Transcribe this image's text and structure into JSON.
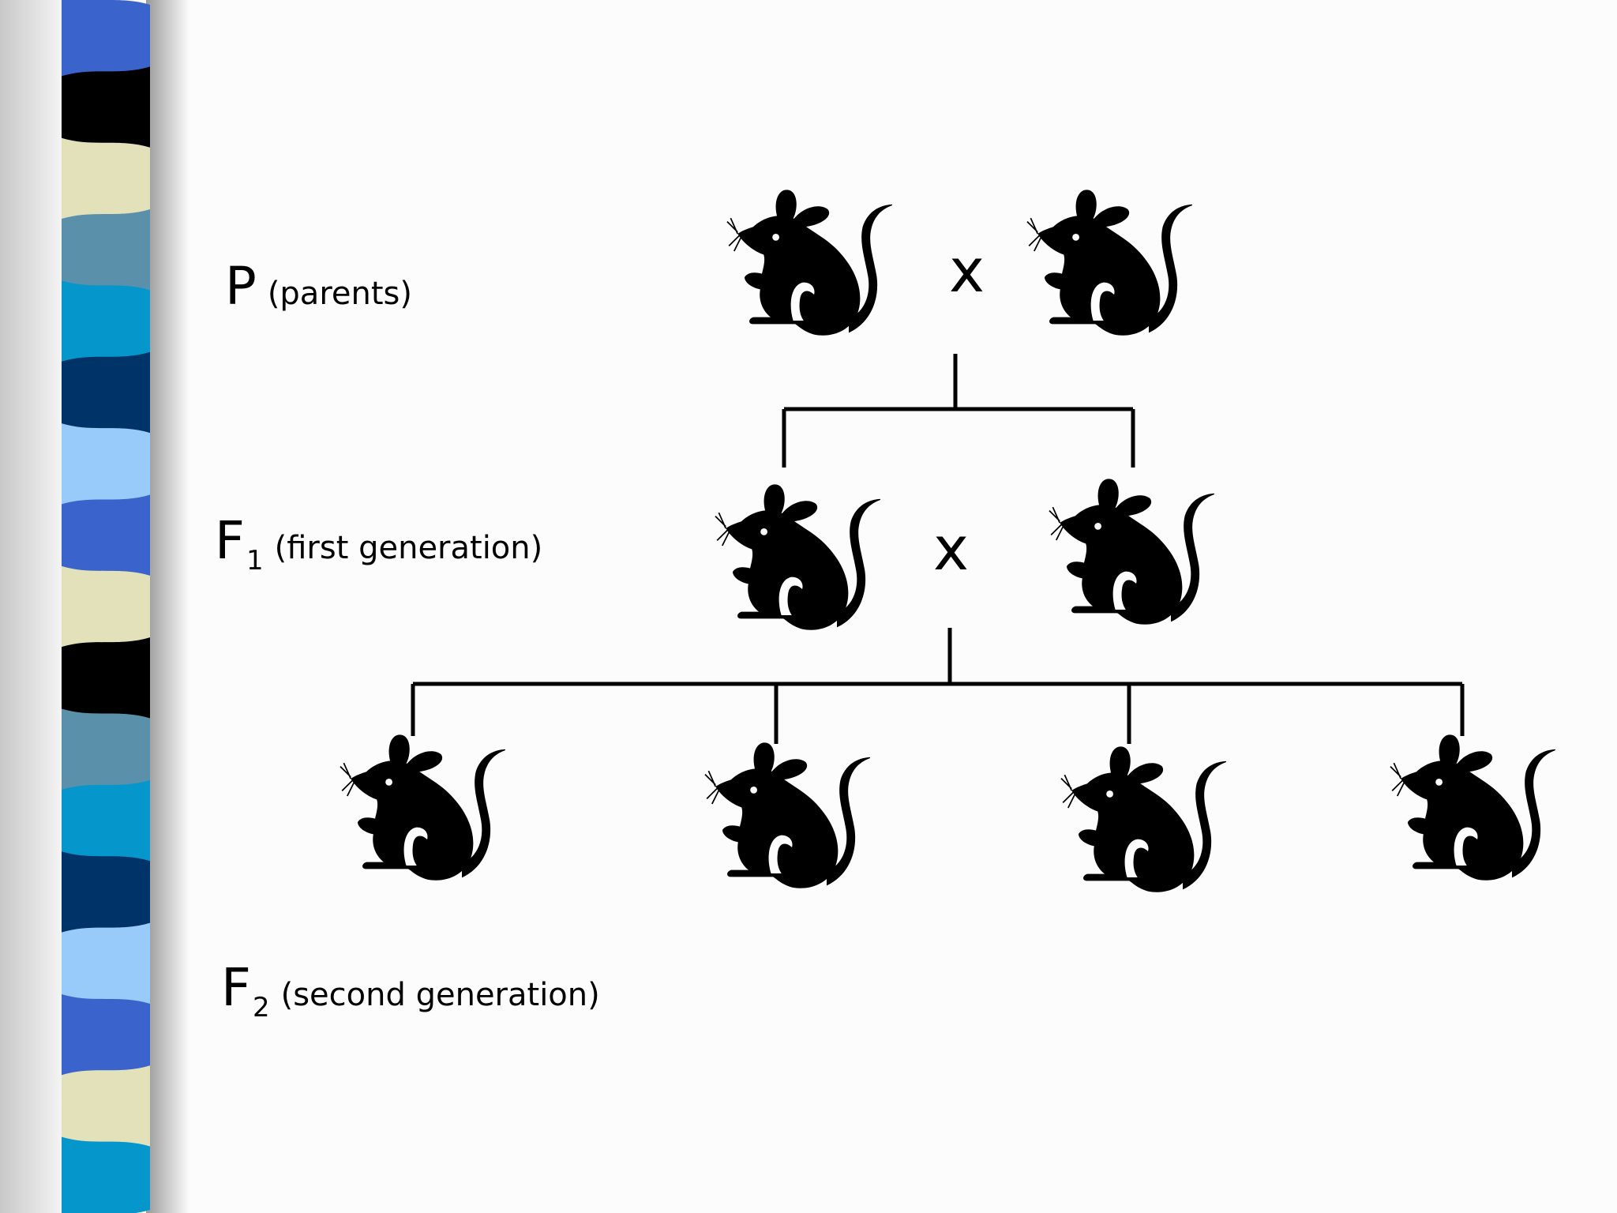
{
  "generations": [
    {
      "symbol": "P",
      "subscript": "",
      "description": "(parents)"
    },
    {
      "symbol": "F",
      "subscript": "1",
      "description": "(first generation)"
    },
    {
      "symbol": "F",
      "subscript": "2",
      "description": "(second generation)"
    }
  ],
  "cross_symbol": "x",
  "colors": {
    "background": "#fcfcfc",
    "ink": "#000000",
    "stripes": [
      "#3b63cc",
      "#000000",
      "#e2e1b9",
      "#5b90aa",
      "#0597cc",
      "#003468",
      "#98cbf9"
    ]
  },
  "icons": {
    "mouse": "mouse-silhouette-icon"
  }
}
